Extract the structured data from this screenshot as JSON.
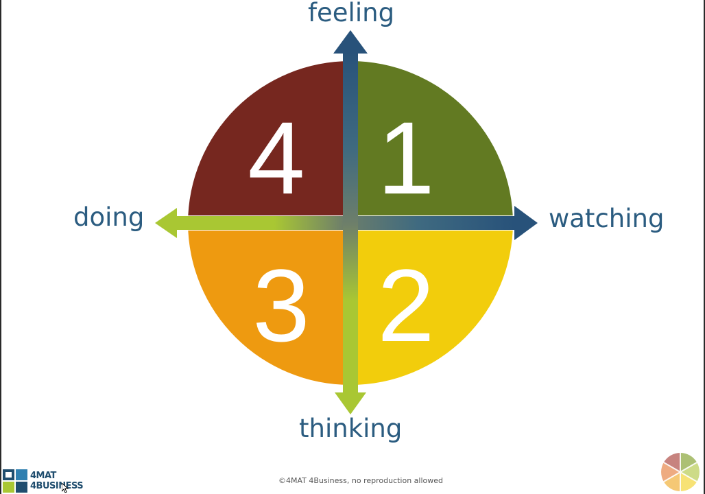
{
  "axes": {
    "top": "feeling",
    "right": "watching",
    "bottom": "thinking",
    "left": "doing"
  },
  "quadrants": [
    {
      "position": "top-left",
      "number": "4",
      "color": "#76271f"
    },
    {
      "position": "top-right",
      "number": "1",
      "color": "#627a22"
    },
    {
      "position": "bottom-right",
      "number": "2",
      "color": "#f2cd0c"
    },
    {
      "position": "bottom-left",
      "number": "3",
      "color": "#ee9a10"
    }
  ],
  "colors": {
    "label": "#2b5c80",
    "arrow_blue": "#28527a",
    "arrow_green": "#a9c733"
  },
  "footer": {
    "copyright": "©4MAT 4Business, no reproduction allowed",
    "logo_line1": "4MAT",
    "logo_line2": "4BUSINESS"
  }
}
